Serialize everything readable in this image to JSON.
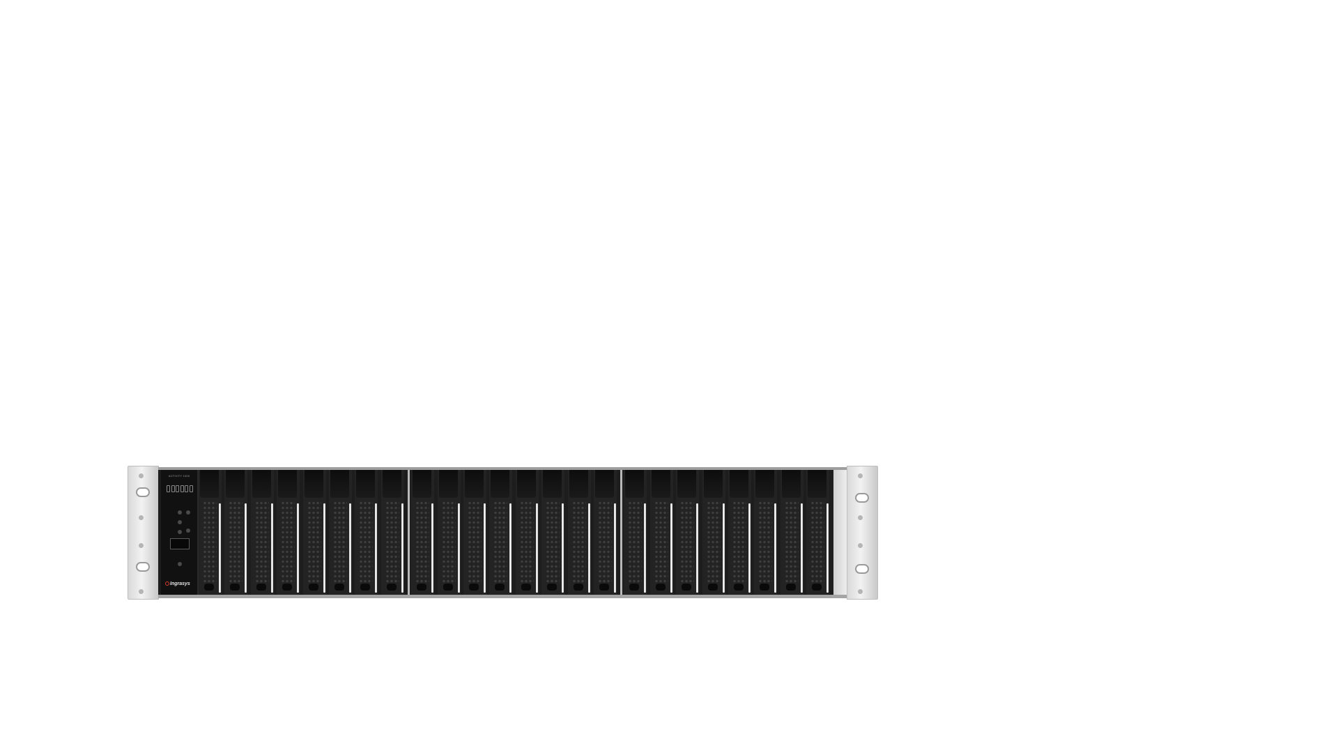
{
  "device": {
    "panel_label": "ACTIVITY 1000",
    "brand_logo_text": "Ingrasys",
    "drive_bay_count": 24,
    "bays_per_group": 8,
    "led_count": 6
  }
}
